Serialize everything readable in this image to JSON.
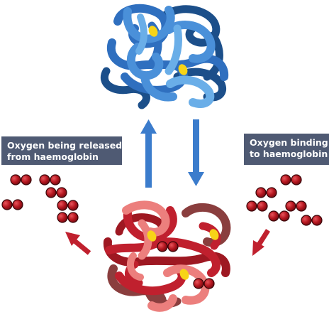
{
  "labels": {
    "left_line1": "Oxygen being released",
    "left_line2": "from haemoglobin",
    "right_line1": "Oxygen binding",
    "right_line2": "to haemoglobin"
  },
  "colors": {
    "deoxy_light": "#4a90d9",
    "deoxy_mid": "#2f6fbf",
    "deoxy_dark": "#1c4f8a",
    "deoxy_pale": "#6aaee8",
    "oxy_red": "#c0202e",
    "oxy_pink": "#ec7f7d",
    "oxy_brown": "#8a3e3e",
    "oxy_dark": "#9e1822",
    "heme": "#f7d417",
    "oxygen_molecule": "#b5161f",
    "arrow_blue": "#3b7ccc",
    "arrow_red": "#c0202e",
    "label_bg": "#4f5a73"
  }
}
